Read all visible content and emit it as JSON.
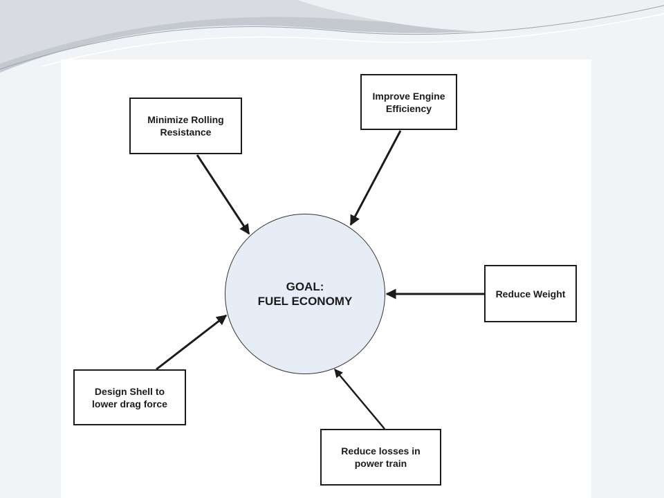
{
  "goal": {
    "line1": "GOAL:",
    "line2": "FUEL ECONOMY",
    "fill": "#e6edf7"
  },
  "factors": [
    {
      "id": "rolling",
      "label": "Minimize Rolling\nResistance"
    },
    {
      "id": "engine",
      "label": "Improve Engine\nEfficiency"
    },
    {
      "id": "weight",
      "label": "Reduce Weight"
    },
    {
      "id": "drag",
      "label": "Design Shell to\nlower drag force"
    },
    {
      "id": "powertrain",
      "label": "Reduce losses in\npower train"
    }
  ],
  "colors": {
    "background": "#f1f4f7",
    "header_wave": "#c9ced5",
    "stroke": "#1b1b1b"
  }
}
